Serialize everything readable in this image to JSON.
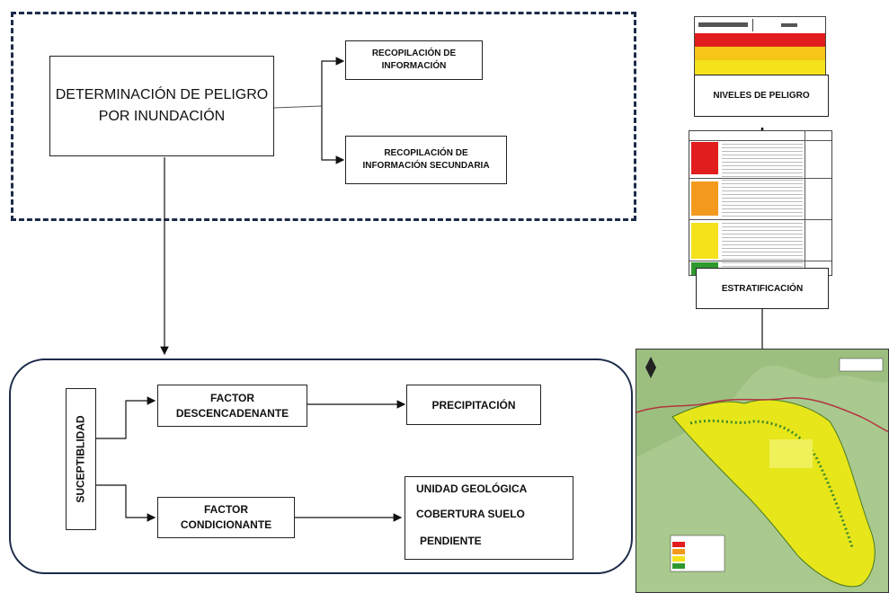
{
  "main": {
    "title": "DETERMINACIÓN DE PELIGRO POR INUNDACIÓN",
    "title_line1": "DETERMINACIÓN DE PELIGRO",
    "title_line2": "POR INUNDACIÓN"
  },
  "info": {
    "primary_line1": "RECOPILACIÓN DE",
    "primary_line2": "INFORMACIÓN",
    "secondary_line1": "RECOPILACIÓN DE",
    "secondary_line2": "INFORMACIÓN SECUNDARIA"
  },
  "susceptibility": {
    "label": "SUCEPTIBLIDAD",
    "trigger_line1": "FACTOR",
    "trigger_line2": "DESCENCADENANTE",
    "conditioning_line1": "FACTOR",
    "conditioning_line2": "CONDICIONANTE",
    "precipitation": "PRECIPITACIÓN",
    "conditions": [
      "UNIDAD GEOLÓGICA",
      "COBERTURA SUELO",
      "PENDIENTE"
    ]
  },
  "right": {
    "levels_label": "NIVELES DE PELIGRO",
    "stratification_label": "ESTRATIFICACIÓN"
  },
  "colors": {
    "frame": "#1d2a4a",
    "red": "#e21d1d",
    "orange": "#f39a1e",
    "yellow": "#f5e21a",
    "green": "#2e9a2e",
    "map_bg": "#a9c98e",
    "map_zone": "#e6e61a"
  }
}
